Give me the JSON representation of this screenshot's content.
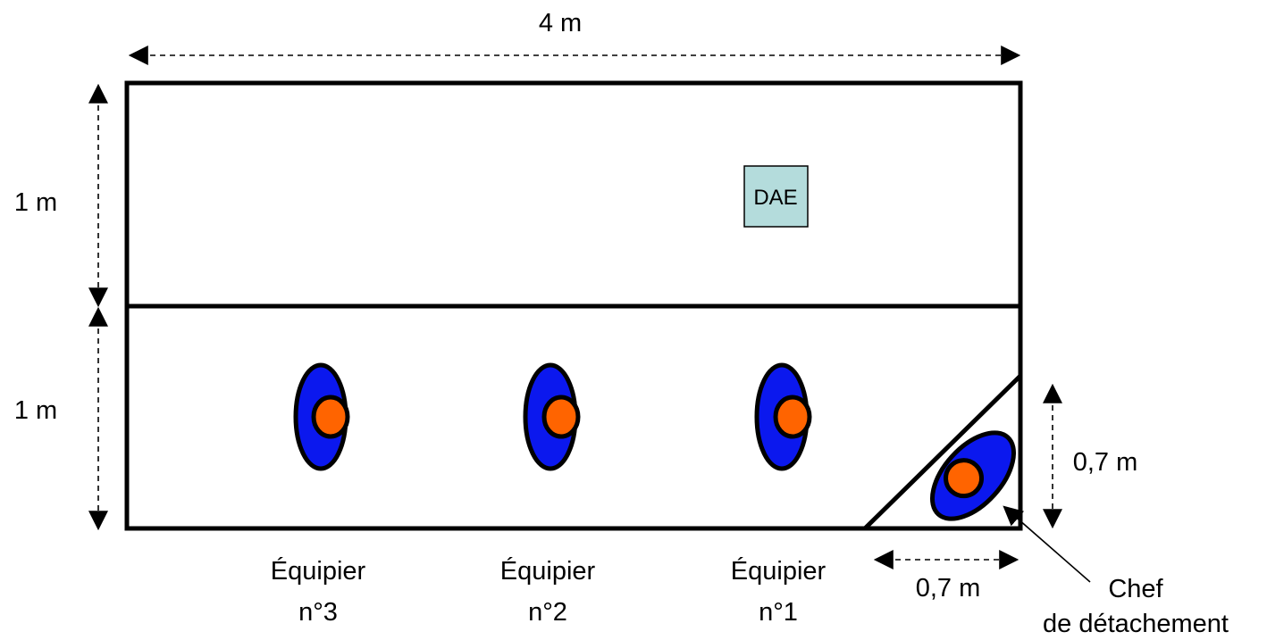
{
  "dimensions": {
    "width_label": "4 m",
    "upper_height_label": "1 m",
    "lower_height_label": "1 m",
    "corner_vertical_label": "0,7 m",
    "corner_horizontal_label": "0,7 m"
  },
  "dae": {
    "label": "DAE",
    "fill_color": "#b4dcdc"
  },
  "team": [
    {
      "line1": "Équipier",
      "line2": "n°3"
    },
    {
      "line1": "Équipier",
      "line2": "n°2"
    },
    {
      "line1": "Équipier",
      "line2": "n°1"
    }
  ],
  "chief": {
    "line1": "Chef",
    "line2": "de détachement"
  },
  "colors": {
    "body": "#0b18ee",
    "head": "#ff6400"
  }
}
